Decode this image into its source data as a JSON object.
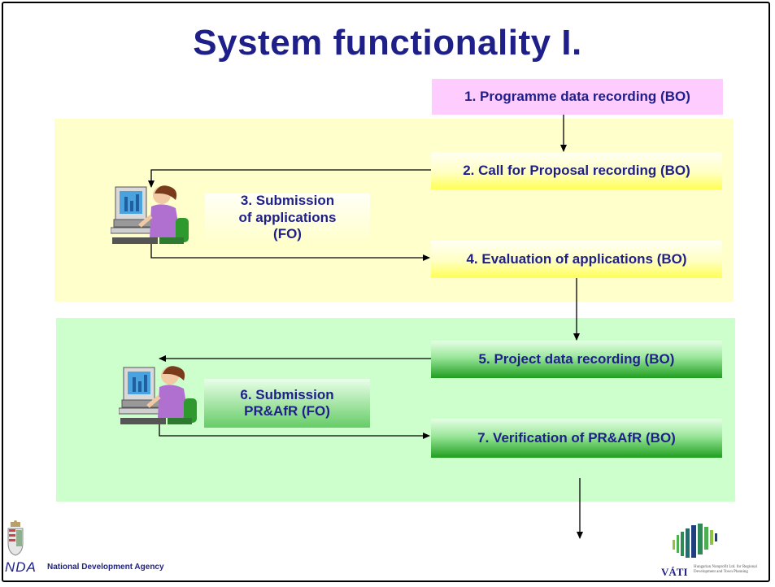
{
  "title": "System functionality I.",
  "steps": {
    "s1": "1. Programme data recording (BO)",
    "s2": "2. Call for Proposal recording (BO)",
    "s3_line1": "3. Submission",
    "s3_line2": "of applications",
    "s3_line3": "(FO)",
    "s4": "4. Evaluation of applications (BO)",
    "s5": "5. Project data recording (BO)",
    "s6_line1": "6. Submission",
    "s6_line2": "PR&AfR (FO)",
    "s7": "7. Verification of PR&AfR (BO)"
  },
  "colors": {
    "title": "#1f1f8a",
    "panel_yellow": "#ffffcc",
    "panel_green": "#ccffcc",
    "box_pink": "#ffccff"
  },
  "icons": {
    "user": "person-at-computer-icon",
    "coat_of_arms": "hungarian-coat-of-arms-icon",
    "vati_bars": "vati-bars-logo-icon"
  },
  "footer": {
    "nda_abbr": "NDA",
    "nda_name": "National Development Agency",
    "vati_name": "VÁTI",
    "vati_tagline": "Hungarian Nonprofit Ltd. for Regional Development and Town Planning"
  }
}
